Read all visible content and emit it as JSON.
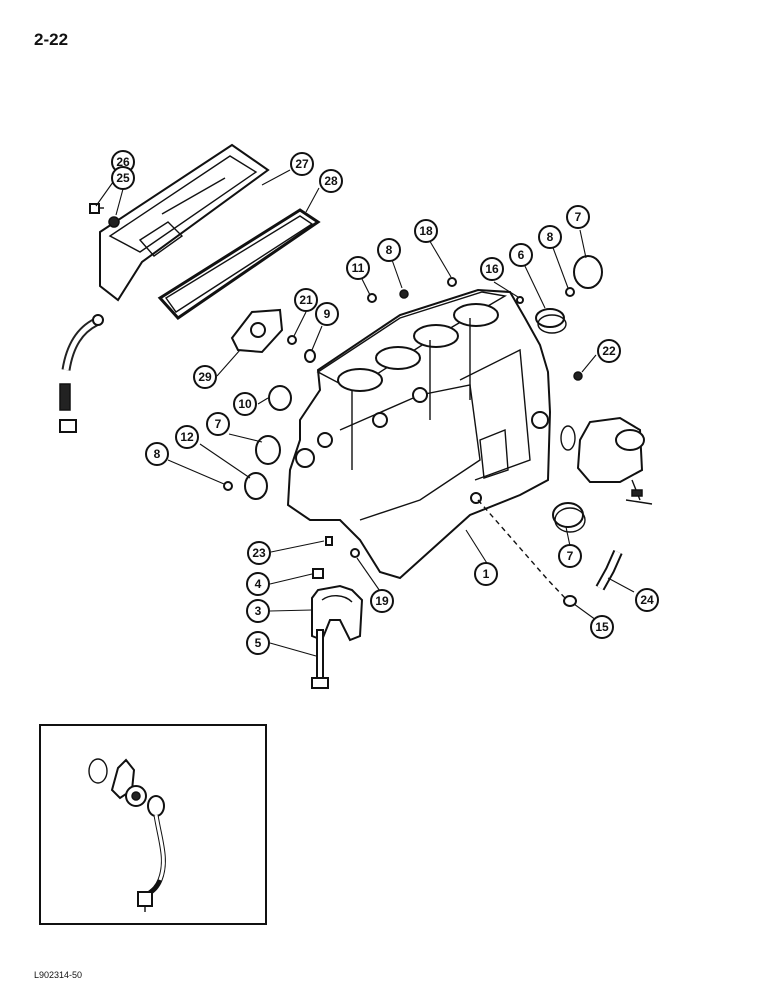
{
  "page": {
    "number": "2-22",
    "figure_code": "L902314-50"
  },
  "callouts": [
    {
      "id": "c26",
      "label": "26"
    },
    {
      "id": "c25",
      "label": "25"
    },
    {
      "id": "c27",
      "label": "27"
    },
    {
      "id": "c28",
      "label": "28"
    },
    {
      "id": "c18",
      "label": "18"
    },
    {
      "id": "c8a",
      "label": "8"
    },
    {
      "id": "c11",
      "label": "11"
    },
    {
      "id": "c16",
      "label": "16"
    },
    {
      "id": "c6",
      "label": "6"
    },
    {
      "id": "c8b",
      "label": "8"
    },
    {
      "id": "c7a",
      "label": "7"
    },
    {
      "id": "c21",
      "label": "21"
    },
    {
      "id": "c9",
      "label": "9"
    },
    {
      "id": "c29",
      "label": "29"
    },
    {
      "id": "c22",
      "label": "22"
    },
    {
      "id": "c10",
      "label": "10"
    },
    {
      "id": "c7b",
      "label": "7"
    },
    {
      "id": "c12",
      "label": "12"
    },
    {
      "id": "c8c",
      "label": "8"
    },
    {
      "id": "c23",
      "label": "23"
    },
    {
      "id": "c4",
      "label": "4"
    },
    {
      "id": "c3",
      "label": "3"
    },
    {
      "id": "c5",
      "label": "5"
    },
    {
      "id": "c19",
      "label": "19"
    },
    {
      "id": "c1",
      "label": "1"
    },
    {
      "id": "c7c",
      "label": "7"
    },
    {
      "id": "c24",
      "label": "24"
    },
    {
      "id": "c15",
      "label": "15"
    }
  ]
}
